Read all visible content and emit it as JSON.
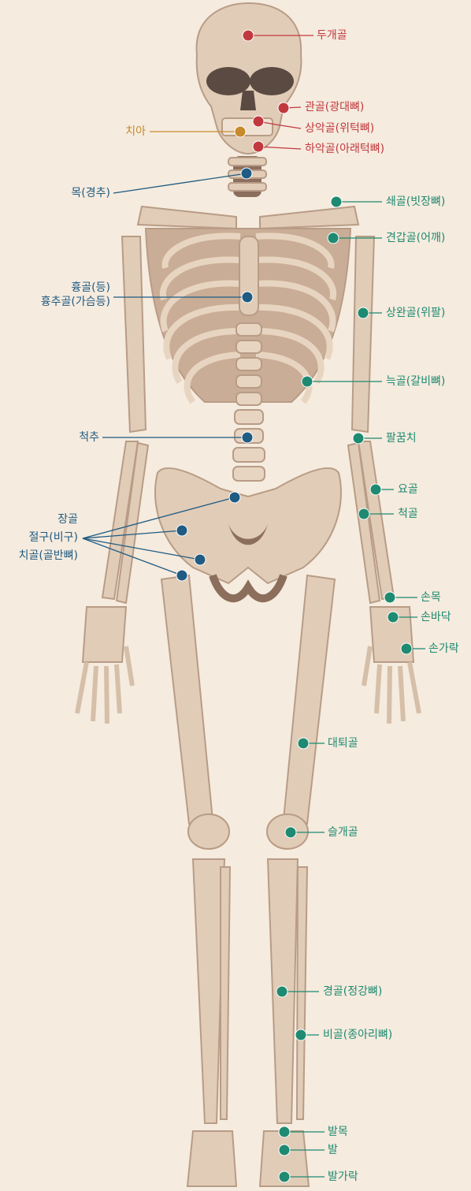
{
  "colors": {
    "background": "#f5ebde",
    "skull": "#c1393f",
    "teeth": "#c78a2c",
    "axial": "#1f5b83",
    "appendicular": "#1e8a71",
    "bone": "#e1ccb7",
    "bone_dark": "#8c6e5c"
  },
  "labels": {
    "skull": "두개골",
    "zygomatic": "관골(광대뼈)",
    "maxilla": "상악골(위턱뼈)",
    "mandible": "하악골(아래턱뼈)",
    "teeth": "치아",
    "neck": "목(경추)",
    "clavicle": "쇄골(빗장뼈)",
    "scapula": "견갑골(어깨)",
    "sternum_1": "흉골(등)",
    "sternum_2": "흉추골(가슴등)",
    "humerus": "상완골(위팔)",
    "ribs": "늑골(갈비뼈)",
    "spine": "척추",
    "elbow": "팔꿈치",
    "radius": "요골",
    "ulna": "척골",
    "pelvis_1": "장골",
    "pelvis_2": "절구(비구)",
    "pelvis_3": "치골(골반뼈)",
    "wrist": "손목",
    "palm": "손바닥",
    "fingers": "손가락",
    "femur": "대퇴골",
    "patella": "슬개골",
    "tibia": "경골(정강뼈)",
    "fibula": "비골(종아리뼈)",
    "ankle": "발목",
    "foot": "발",
    "toes": "발가락"
  }
}
